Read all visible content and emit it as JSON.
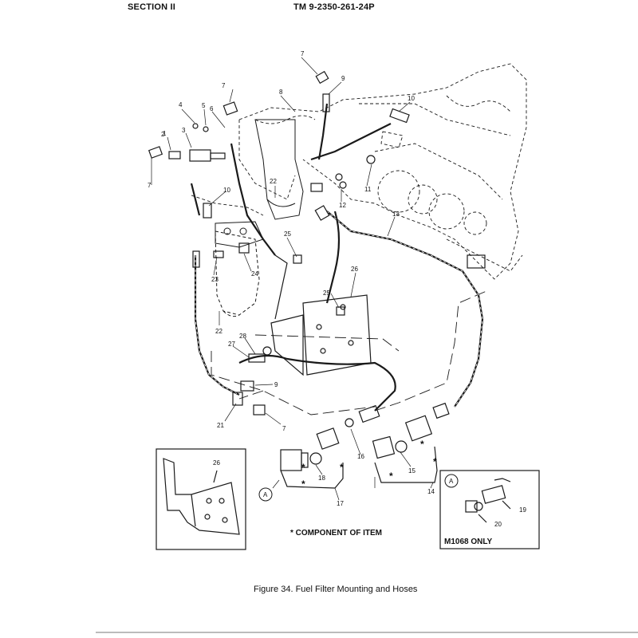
{
  "header": {
    "section": "SECTION II",
    "tm_number": "TM 9-2350-261-24P"
  },
  "figure": {
    "caption": "Figure 34.  Fuel Filter Mounting and Hoses",
    "legend_component": "* COMPONENT OF ITEM",
    "inset_detail_label": "M1068 ONLY",
    "detail_marker": "A"
  },
  "callouts": [
    "1",
    "2",
    "3",
    "4",
    "5",
    "6",
    "7",
    "8",
    "9",
    "10",
    "11",
    "12",
    "13",
    "14",
    "15",
    "16",
    "17",
    "18",
    "19",
    "20",
    "21",
    "22",
    "23",
    "24",
    "25",
    "26",
    "27",
    "28"
  ],
  "colors": {
    "ink": "#1a1a1a",
    "paper": "#ffffff"
  }
}
